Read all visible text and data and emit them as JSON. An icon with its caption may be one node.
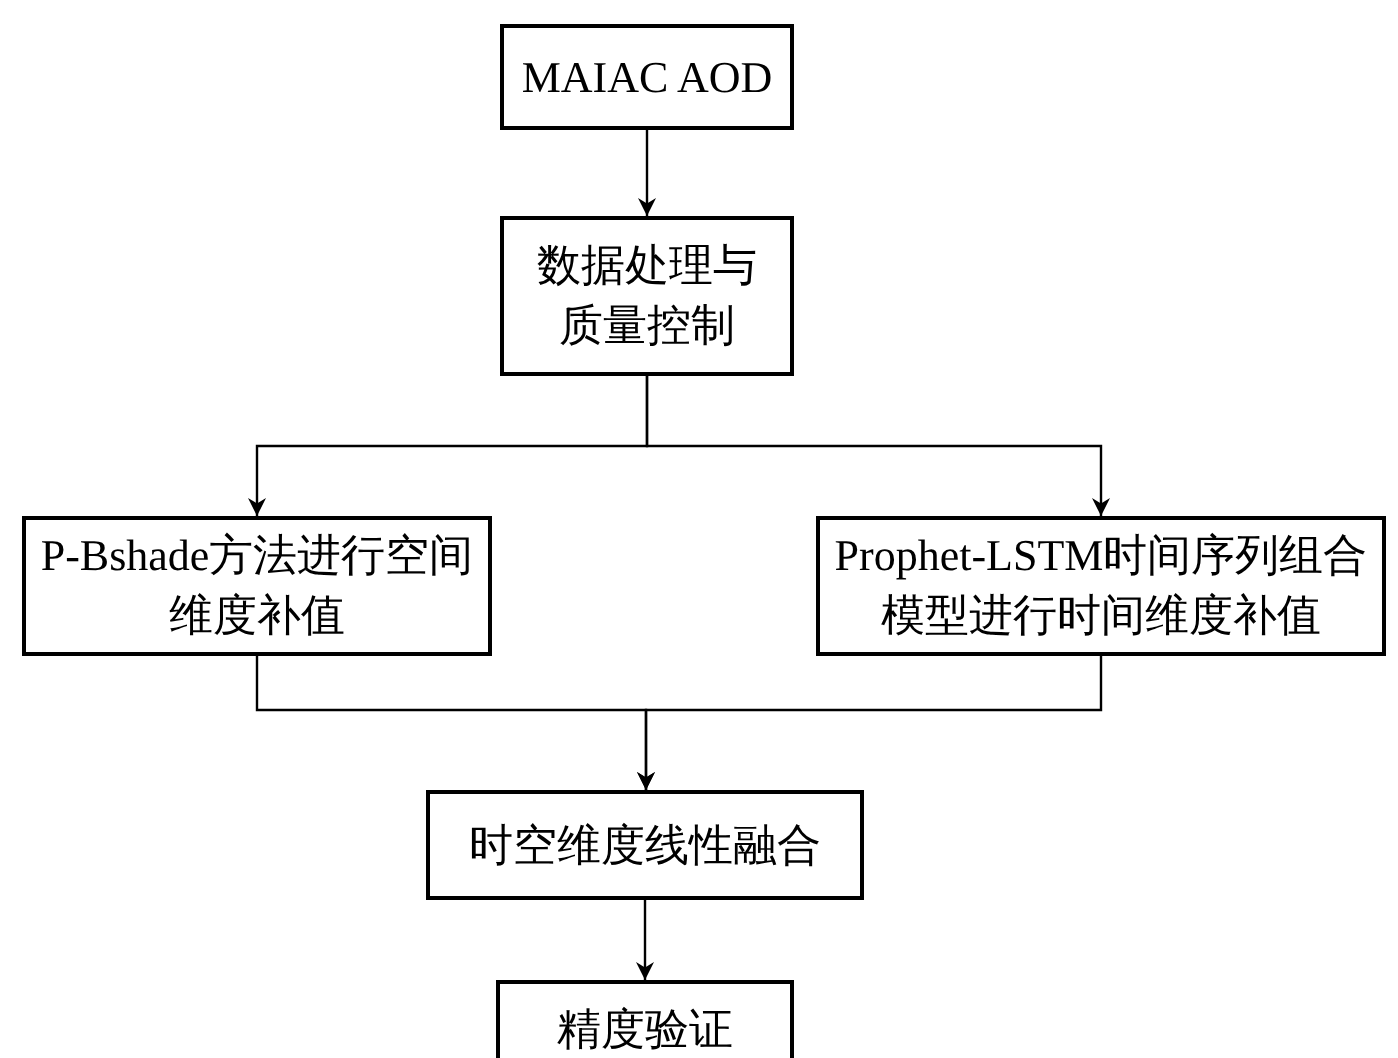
{
  "diagram": {
    "nodes": [
      {
        "text": [
          "MAIAC AOD"
        ]
      },
      {
        "text": [
          "数据处理与质量控制"
        ]
      },
      {
        "text": [
          "P-Bshade方法进行空间维度补值"
        ]
      },
      {
        "text": [
          "Prophet-LSTM时间序列组合模型进行时间维度补值"
        ]
      },
      {
        "text": [
          "时空维度线性融合"
        ]
      },
      {
        "text": [
          "精度验证"
        ]
      }
    ],
    "edges": [
      {
        "from": 0,
        "to": 1,
        "arrow": "to"
      },
      {
        "from": 1,
        "to": 2,
        "arrow": "to"
      },
      {
        "from": 1,
        "to": 3,
        "arrow": "to"
      },
      {
        "from": 2,
        "to": 4,
        "arrow": "to"
      },
      {
        "from": 3,
        "to": 4,
        "arrow": "to"
      },
      {
        "from": 4,
        "to": 5,
        "arrow": "to"
      }
    ]
  }
}
